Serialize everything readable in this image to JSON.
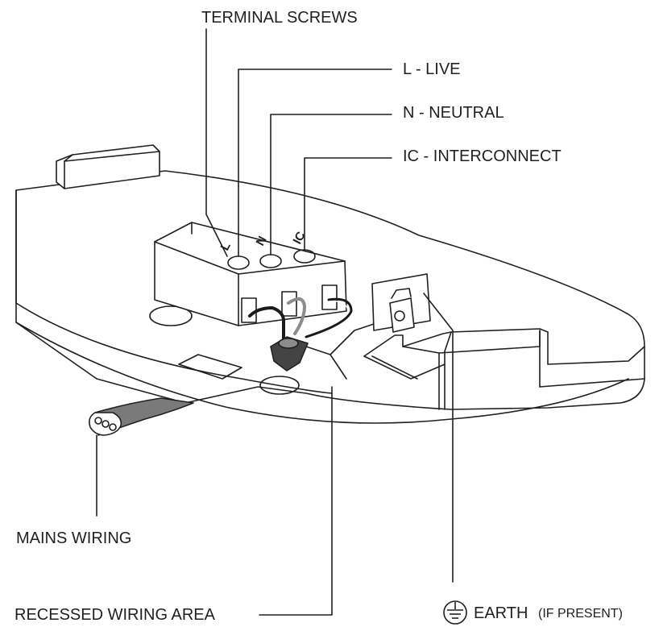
{
  "diagram": {
    "labels": {
      "terminal_screws": "TERMINAL SCREWS",
      "live": "L - LIVE",
      "neutral": "N - NEUTRAL",
      "interconnect": "IC - INTERCONNECT",
      "mains_wiring": "MAINS WIRING",
      "recessed_area": "RECESSED WIRING AREA",
      "earth": "EARTH",
      "earth_note": "(IF PRESENT)"
    },
    "terminal_letters": {
      "l": "L",
      "n": "N",
      "ic": "IC"
    },
    "colors": {
      "line": "#231f20",
      "wire_black": "#1a1a1a",
      "wire_grey": "#8c8c8c",
      "cable": "#7a7a7a",
      "background": "#ffffff"
    },
    "icons": [
      "earth-ground-icon"
    ]
  }
}
